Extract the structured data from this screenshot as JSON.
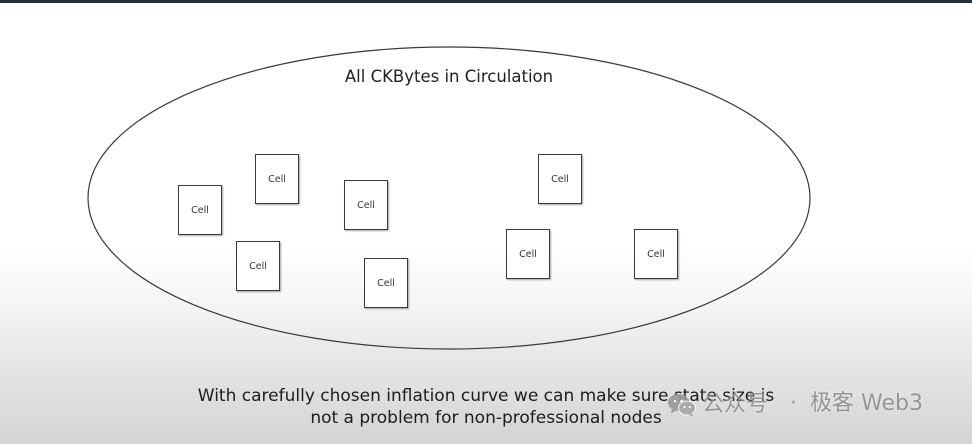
{
  "slide": {
    "title": "All CKBytes in Circulation",
    "cells": [
      "Cell",
      "Cell",
      "Cell",
      "Cell",
      "Cell",
      "Cell",
      "Cell",
      "Cell"
    ],
    "caption": {
      "line1": "With carefully chosen inflation curve we can make sure state size is",
      "line2": "not a problem for non-professional nodes"
    }
  },
  "watermark": {
    "icon": "wechat-icon",
    "account_label": "公众号",
    "separator": "·",
    "name": "极客 Web3"
  },
  "colors": {
    "outline": "#3a3a3a",
    "text": "#262626",
    "watermark": "#8f8f8f",
    "top_bar": "#27303b"
  }
}
